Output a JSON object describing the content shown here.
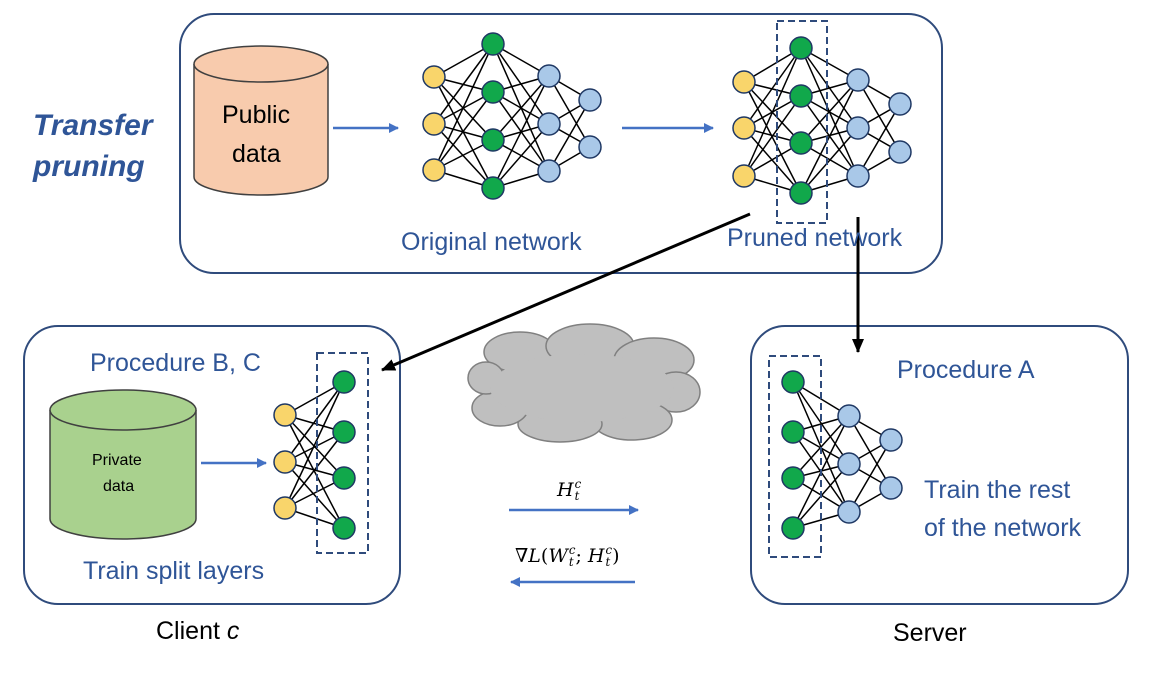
{
  "colors": {
    "box_border": "#2f4b7c",
    "label_blue": "#2f5597",
    "input_node": "#f9d56b",
    "hidden_node": "#11a84b",
    "output_node": "#a9c8e8",
    "public_db": "#f8cbad",
    "private_db": "#a9d18e",
    "arrow_blue": "#4472c4",
    "arrow_black": "#000000",
    "cloud": "#bfbfbf"
  },
  "top": {
    "title_line1": "Transfer",
    "title_line2": "pruning",
    "public_db_line1": "Public",
    "public_db_line2": "data",
    "original_label": "Original network",
    "pruned_label": "Pruned network"
  },
  "client": {
    "procedure_label": "Procedure B, C",
    "private_db_line1": "Private",
    "private_db_line2": "data",
    "train_label": "Train split layers",
    "caption_text": "Client ",
    "caption_var": "c"
  },
  "server": {
    "procedure_label": "Procedure A",
    "train_line1": "Train the rest",
    "train_line2": "of  the network",
    "caption": "Server"
  },
  "messages": {
    "forward": "H_t^c",
    "backward": "∇L(W_t^c; H_t^c)"
  }
}
